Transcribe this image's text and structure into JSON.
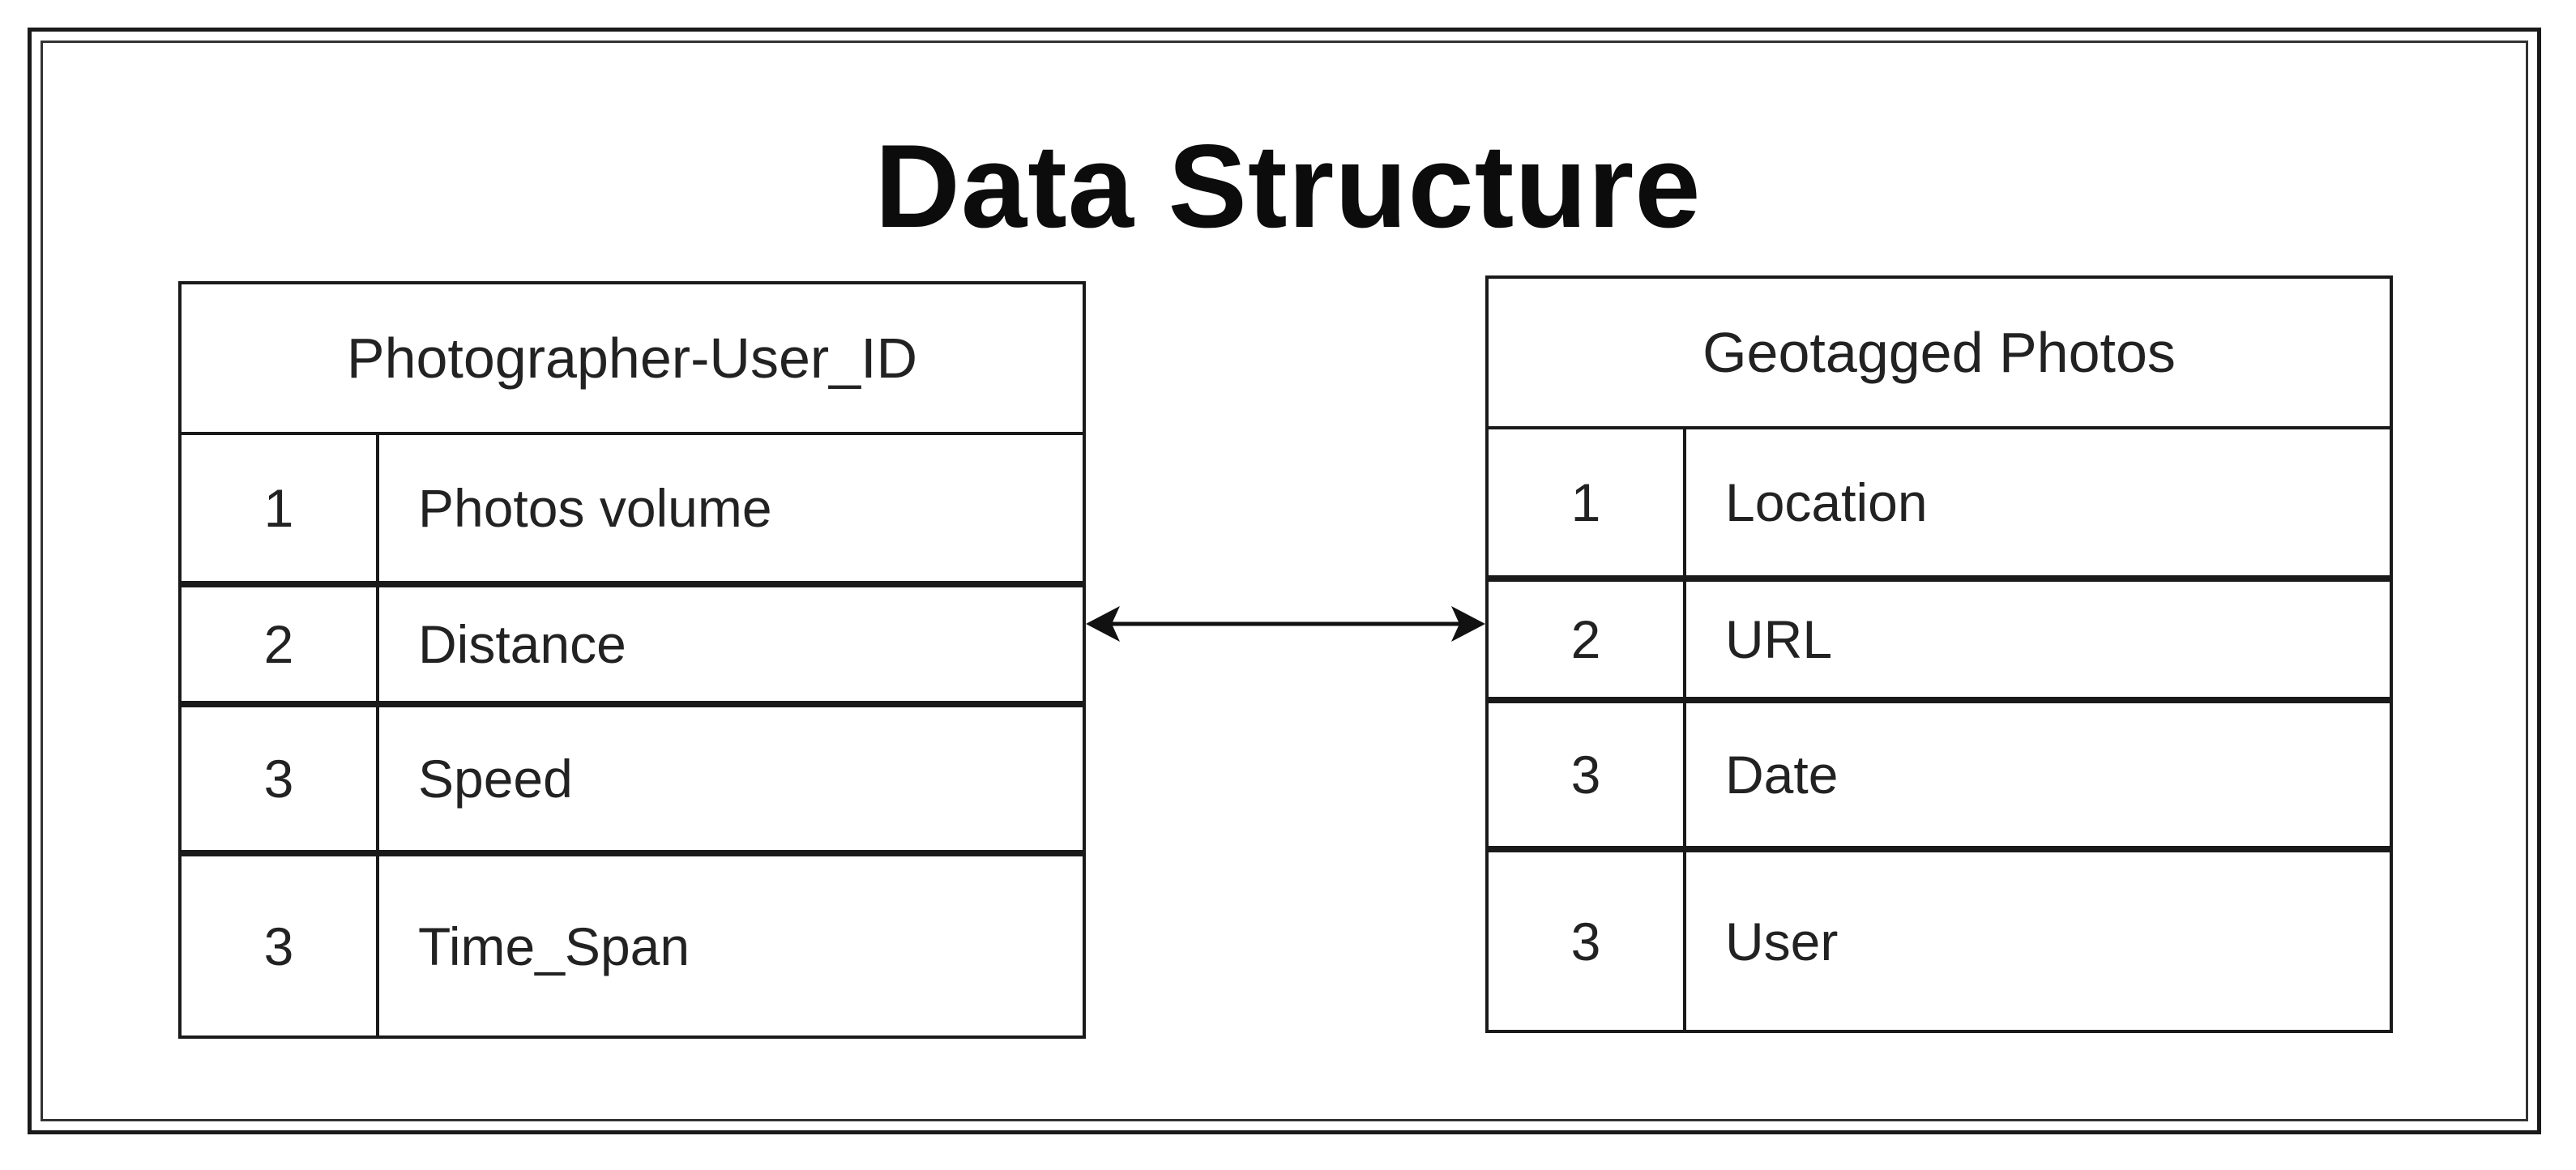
{
  "title": "Data Structure",
  "entities": [
    {
      "name": "Photographer-User_ID",
      "rows": [
        {
          "num": "1",
          "field": "Photos volume"
        },
        {
          "num": "2",
          "field": "Distance"
        },
        {
          "num": "3",
          "field": "Speed"
        },
        {
          "num": "3",
          "field": "Time_Span"
        }
      ]
    },
    {
      "name": "Geotagged Photos",
      "rows": [
        {
          "num": "1",
          "field": "Location"
        },
        {
          "num": "2",
          "field": "URL"
        },
        {
          "num": "3",
          "field": "Date"
        },
        {
          "num": "3",
          "field": "User"
        }
      ]
    }
  ],
  "relationship": {
    "type": "bidirectional-arrow"
  }
}
